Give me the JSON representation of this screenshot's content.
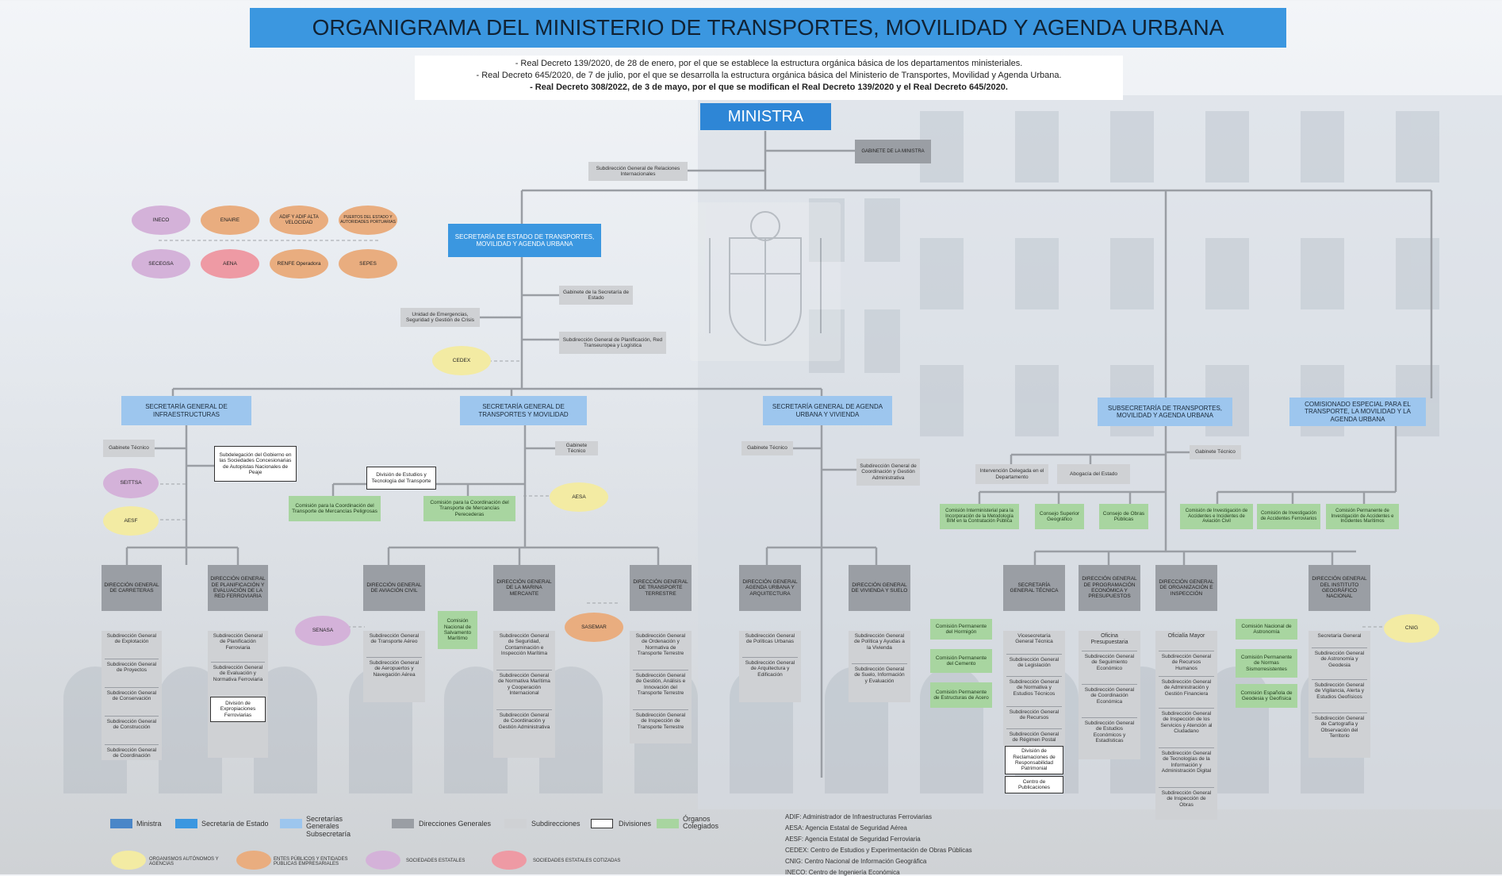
{
  "title": "ORGANIGRAMA DEL MINISTERIO DE TRANSPORTES, MOVILIDAD Y AGENDA URBANA",
  "decrees": [
    "- Real Decreto 139/2020, de 28 de enero, por el que se establece la estructura orgánica básica de los departamentos ministeriales.",
    "- Real Decreto 645/2020, de 7 de julio, por el que se desarrolla la estructura orgánica básica del Ministerio de Transportes, Movilidad y Agenda Urbana.",
    "- Real Decreto 308/2022, de 3 de mayo, por el que se modifican el Real Decreto 139/2020 y el Real Decreto 645/2020."
  ],
  "ministra": "MINISTRA",
  "gabinete_ministra": "GABINETE DE LA MINISTRA",
  "sg_relaciones": "Subdirección General de Relaciones Internacionales",
  "secretaria_estado": "SECRETARÍA DE ESTADO DE TRANSPORTES, MOVILIDAD Y AGENDA URBANA",
  "gabinete_se": "Gabinete de la Secretaría de Estado",
  "unidad_emergencias": "Unidad de Emergencias, Seguridad y Gestión de Crisis",
  "sg_planificacion": "Subdirección General de Planificación, Red Transeuropea y Logística",
  "cedex": "CEDEX",
  "entities": {
    "ineco": "INECO",
    "enaire": "ENAIRE",
    "adif": "ADIF Y ADIF ALTA VELOCIDAD",
    "puertos": "PUERTOS DEL ESTADO Y AUTORIDADES PORTUARIAS",
    "secegsa": "SECEGSA",
    "aena": "AENA",
    "renfe": "RENFE Operadora",
    "sepes": "SEPES"
  },
  "sg_infra": {
    "title": "SECRETARÍA GENERAL DE INFRAESTRUCTURAS",
    "gabinete": "Gabinete Técnico",
    "subdelegacion": "Subdelegación del Gobierno en las Sociedades Concesionarias de Autopistas Nacionales de Peaje",
    "seittsa": "SEITTSA",
    "aesf": "AESF",
    "dg_carreteras": "DIRECCIÓN GENERAL DE CARRETERAS",
    "carreteras_subs": [
      "Subdirección General de Explotación",
      "Subdirección General de Proyectos",
      "Subdirección General de Conservación",
      "Subdirección General de Construcción",
      "Subdirección General de Coordinación"
    ],
    "dg_ferroviaria": "DIRECCIÓN GENERAL DE PLANIFICACIÓN Y EVALUACIÓN DE LA RED FERROVIARIA",
    "ferroviaria_subs": [
      "Subdirección General de Planificación Ferroviaria",
      "Subdirección General de Evaluación y Normativa Ferroviaria"
    ],
    "ferroviaria_div": "División de Expropiaciones Ferroviarias"
  },
  "sg_transportes": {
    "title": "SECRETARÍA GENERAL DE TRANSPORTES Y MOVILIDAD",
    "gabinete": "Gabinete Técnico",
    "division_estudios": "División de Estudios y Tecnología del Transporte",
    "com_peligrosas": "Comisión para la Coordinación del Transporte de Mercancías Peligrosas",
    "com_perecederas": "Comisión para la Coordinación del Transporte de Mercancías Perecederas",
    "aesa": "AESA",
    "senasa": "SENASA",
    "sasemar": "SASEMAR",
    "dg_aviacion": "DIRECCIÓN GENERAL DE AVIACIÓN CIVIL",
    "aviacion_subs": [
      "Subdirección General de Transporte Aéreo",
      "Subdirección General de Aeropuertos y Navegación Aérea"
    ],
    "com_salvamento": "Comisión Nacional de Salvamento Marítimo",
    "dg_marina": "DIRECCIÓN GENERAL DE LA MARINA MERCANTE",
    "marina_subs": [
      "Subdirección General de Seguridad, Contaminación e Inspección Marítima",
      "Subdirección General de Normativa Marítima y Cooperación Internacional",
      "Subdirección General de Coordinación y Gestión Administrativa"
    ],
    "dg_terrestre": "DIRECCIÓN GENERAL DE TRANSPORTE TERRESTRE",
    "terrestre_subs": [
      "Subdirección General de Ordenación y Normativa de Transporte Terrestre",
      "Subdirección General de Gestión, Análisis e Innovación del Transporte Terrestre",
      "Subdirección General de Inspección de Transporte Terrestre"
    ]
  },
  "sg_agenda": {
    "title": "SECRETARÍA GENERAL DE AGENDA URBANA Y VIVIENDA",
    "gabinete": "Gabinete Técnico",
    "sg_coordinacion": "Subdirección General de Coordinación y Gestión Administrativa",
    "dg_agenda": "DIRECCIÓN GENERAL AGENDA URBANA Y ARQUITECTURA",
    "agenda_subs": [
      "Subdirección General de Políticas Urbanas",
      "Subdirección General de Arquitectura y Edificación"
    ],
    "dg_vivienda": "DIRECCIÓN GENERAL DE VIVIENDA Y SUELO",
    "vivienda_subs": [
      "Subdirección General de Política y Ayudas a la Vivienda",
      "Subdirección General de Suelo, Información y Evaluación"
    ]
  },
  "subsecretaria": {
    "title": "SUBSECRETARÍA DE TRANSPORTES, MOVILIDAD Y AGENDA URBANA",
    "gabinete": "Gabinete Técnico",
    "intervencion": "Intervención Delegada en el Departamento",
    "abogacia": "Abogacía del Estado",
    "com_bim": "Comisión Interministerial para la Incorporación de la Metodología BIM en la Contratación Pública",
    "consejo_geografico": "Consejo Superior Geográfico",
    "consejo_obras": "Consejo de Obras Públicas",
    "cnig": "CNIG",
    "sgt": "SECRETARÍA GENERAL TÉCNICA",
    "sgt_comisiones": [
      "Comisión Permanente del Hormigón",
      "Comisión Permanente del Cemento",
      "Comisión Permanente de Estructuras de Acero"
    ],
    "sgt_subs": [
      "Vicesecretaría General Técnica",
      "Subdirección General de Legislación",
      "Subdirección General de Normativa y Estudios Técnicos",
      "Subdirección General de Recursos",
      "Subdirección General de Régimen Postal"
    ],
    "sgt_divs": [
      "División de Reclamaciones de Responsabilidad Patrimonial",
      "Centro de Publicaciones"
    ],
    "dg_programacion": "DIRECCIÓN GENERAL DE PROGRAMACIÓN ECONÓMICA Y PRESUPUESTOS",
    "programacion_subs": [
      "Oficina Presupuestaria",
      "Subdirección General de Seguimiento Económico",
      "Subdirección General de Coordinación Económica",
      "Subdirección General de Estudios Económicos y Estadísticas"
    ],
    "dg_organizacion": "DIRECCIÓN GENERAL DE ORGANIZACIÓN E INSPECCIÓN",
    "organizacion_subs": [
      "Oficialía Mayor",
      "Subdirección General de Recursos Humanos",
      "Subdirección General de Administración y Gestión Financiera",
      "Subdirección General de Inspección de los Servicios y Atención al Ciudadano",
      "Subdirección General de Tecnologías de la Información y Administración Digital",
      "Subdirección General de Inspección de Obras"
    ],
    "dg_ign": "DIRECCIÓN GENERAL DEL INSTITUTO GEOGRÁFICO NACIONAL",
    "ign_comisiones": [
      "Comisión Nacional de Astronomía",
      "Comisión Permanente de Normas Sismorresistentes",
      "Comisión Española de Geodesia y Geofísica"
    ],
    "ign_subs": [
      "Secretaría General",
      "Subdirección General de Astronomía y Geodesia",
      "Subdirección General de Vigilancia, Alerta y Estudios Geofísicos",
      "Subdirección General de Cartografía y Observación del Territorio"
    ]
  },
  "comisionado": {
    "title": "COMISIONADO ESPECIAL PARA EL TRANSPORTE, LA MOVILIDAD Y LA AGENDA URBANA",
    "comisiones": [
      "Comisión de Investigación de Accidentes e Incidentes de Aviación Civil",
      "Comisión de Investigación de Accidentes Ferroviarios",
      "Comisión Permanente de Investigación de Accidentes e Incidentes Marítimos"
    ]
  },
  "legend": {
    "ministra": "Ministra",
    "estado": "Secretaría de Estado",
    "sg": "Secretarías Generales Subsecretaría",
    "dg": "Direcciones Generales",
    "sub": "Subdirecciones",
    "div": "Divisiones",
    "org": "Órganos Colegiados",
    "autonomos": "ORGANISMOS AUTÓNOMOS Y AGENCIAS",
    "entes": "ENTES PÚBLICOS Y ENTIDADES PÚBLICAS EMPRESARIALES",
    "sociedades": "SOCIEDADES ESTATALES",
    "cotizadas": "SOCIEDADES ESTATALES COTIZADAS"
  },
  "abbreviations": [
    "ADIF: Administrador de Infraestructuras Ferroviarias",
    "AESA: Agencia Estatal de Seguridad Aérea",
    "AESF: Agencia Estatal de Seguridad Ferroviaria",
    "CEDEX: Centro de Estudios y Experimentación de Obras Públicas",
    "CNIG: Centro Nacional de Información Geográfica",
    "INECO: Centro de Ingeniería Económica"
  ],
  "colors": {
    "ministra": "#2e86d6",
    "estado": "#3b97e0",
    "sg": "#9dc6ee",
    "dg": "#9a9ea4",
    "sub": "#cfd1d4",
    "org": "#a8d5a0",
    "yellow": "#f3eba3",
    "orange": "#e9ad7f",
    "purple": "#d4b2d9",
    "red": "#ee9aa4"
  }
}
